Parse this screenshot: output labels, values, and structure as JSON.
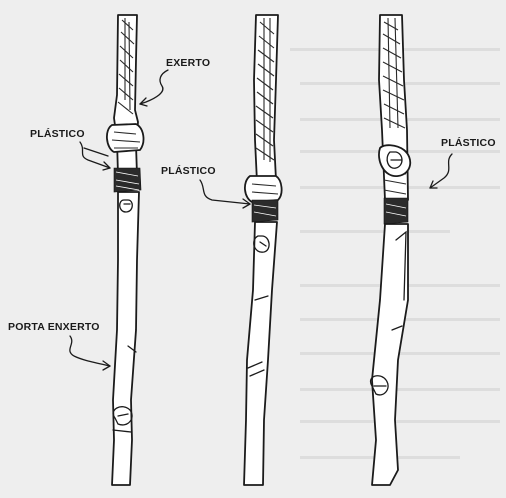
{
  "labels": {
    "scion": "EXERTO",
    "plastic_1": "PLÁSTICO",
    "plastic_2": "PLÁSTICO",
    "plastic_3": "PLÁSTICO",
    "rootstock": "PORTA ENXERTO"
  },
  "colors": {
    "paper": "#eeeeee",
    "ink": "#1b1b1b",
    "stem_fill": "#ffffff",
    "bleed_through_text": "#d3d3d3"
  }
}
